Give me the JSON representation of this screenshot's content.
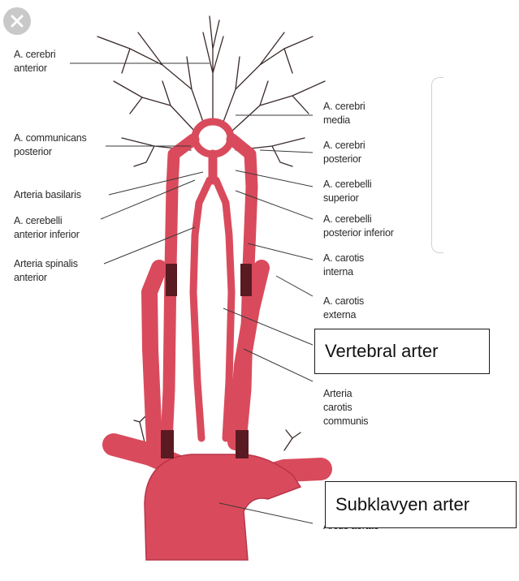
{
  "labels": {
    "cerebri_anterior": [
      "A. cerebri",
      "anterior"
    ],
    "communicans_posterior": [
      "A. communicans",
      "posterior"
    ],
    "arteria_basilaris": [
      "Arteria basilaris"
    ],
    "cerebelli_anterior_inferior": [
      "A. cerebelli",
      "anterior inferior"
    ],
    "spinalis_anterior": [
      "Arteria spinalis",
      "anterior"
    ],
    "cerebri_media": [
      "A. cerebri",
      "media"
    ],
    "cerebri_posterior": [
      "A. cerebri",
      "posterior"
    ],
    "cerebelli_superior": [
      "A. cerebelli",
      "superior"
    ],
    "cerebelli_posterior_inferior": [
      "A. cerebelli",
      "posterior inferior"
    ],
    "carotis_interna": [
      "A. carotis",
      "interna"
    ],
    "carotis_externa": [
      "A. carotis",
      "externa"
    ],
    "carotis_communis": [
      "Arteria",
      "carotis",
      "communis"
    ],
    "arcus_aortae": [
      "Arcus aortae"
    ]
  },
  "callouts": {
    "vertebral": "Vertebral arter",
    "subclavian": "Subklavyen arter"
  },
  "icons": {
    "close": "close-icon"
  },
  "colors": {
    "artery": "#d94b5c",
    "artery_dark": "#b8344a",
    "leader": "#3a3a3a"
  }
}
